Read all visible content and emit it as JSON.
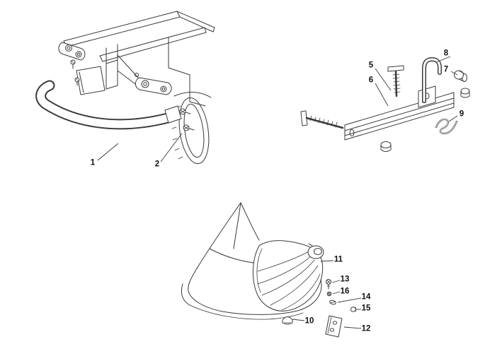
{
  "colors": {
    "line": "#3a3a3a",
    "background": "#ffffff",
    "label": "#111111"
  },
  "callouts": {
    "c1": "1",
    "c2": "2",
    "c5": "5",
    "c6": "6",
    "c7": "7",
    "c8": "8",
    "c9": "9",
    "c10": "10",
    "c11": "11",
    "c12": "12",
    "c13": "13",
    "c14": "14",
    "c15": "15",
    "c16": "16"
  },
  "assemblies": [
    {
      "name": "front-bumper-assembly",
      "callouts": [
        "1",
        "2"
      ]
    },
    {
      "name": "tow-hitch-assembly",
      "callouts": [
        "5",
        "6",
        "7",
        "8",
        "9"
      ]
    },
    {
      "name": "mulching-cover-assembly",
      "callouts": [
        "10",
        "11",
        "12",
        "13",
        "14",
        "15",
        "16"
      ]
    }
  ]
}
